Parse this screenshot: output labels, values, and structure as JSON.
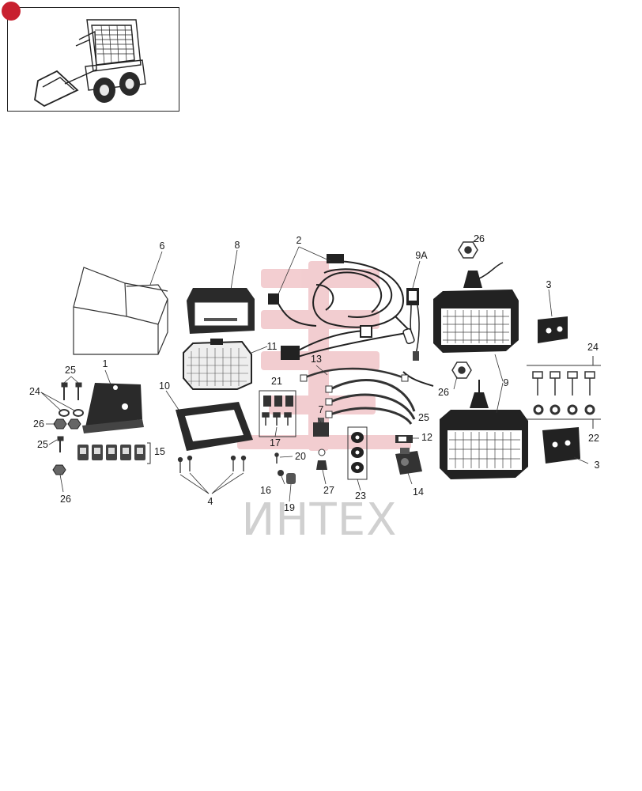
{
  "watermark_text": "ИНТЕХ",
  "accent_color": "#c8202f",
  "watermark_color": "#d0d0d0",
  "callouts": {
    "c1": "1",
    "c2": "2",
    "c3a": "3",
    "c3b": "3",
    "c4": "4",
    "c6": "6",
    "c7": "7",
    "c8": "8",
    "c9a": "9A",
    "c9": "9",
    "c10": "10",
    "c11": "11",
    "c12": "12",
    "c13": "13",
    "c14": "14",
    "c15": "15",
    "c16": "16",
    "c17": "17",
    "c19": "19",
    "c20": "20",
    "c21": "21",
    "c22": "22",
    "c23": "23",
    "c24a": "24",
    "c24b": "24",
    "c25a": "25",
    "c25b": "25",
    "c25c": "25",
    "c26a": "26",
    "c26b": "26",
    "c26c": "26",
    "c26d": "26",
    "c27": "27"
  }
}
